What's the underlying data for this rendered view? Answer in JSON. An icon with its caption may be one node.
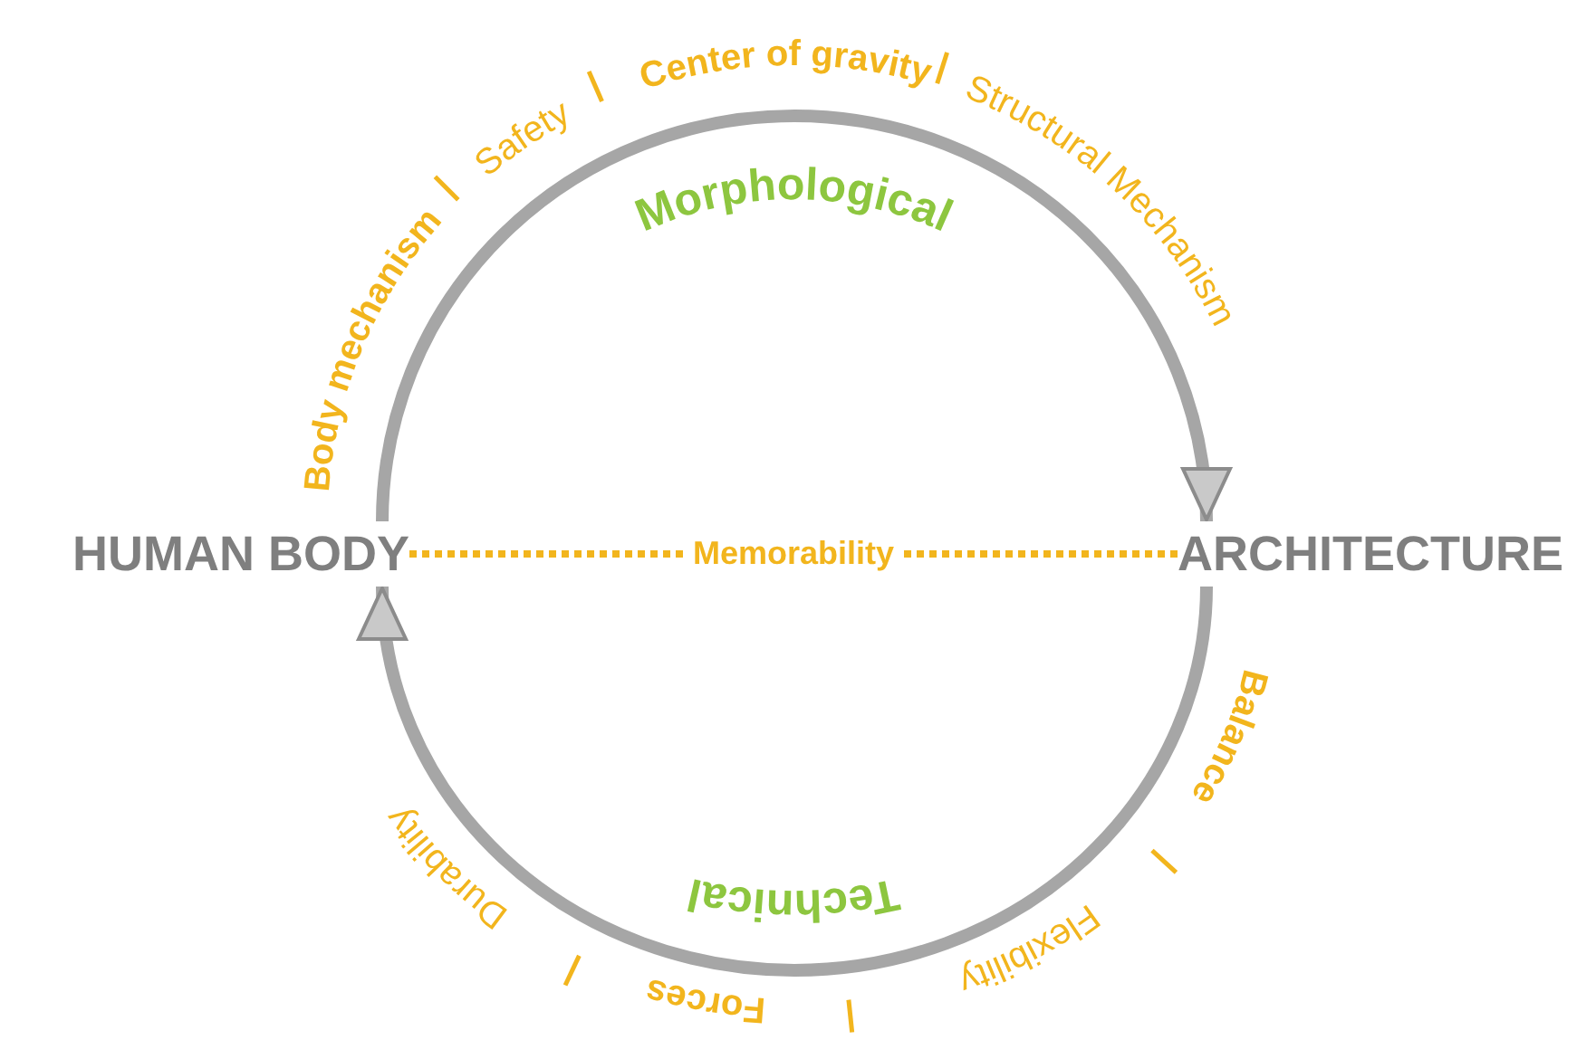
{
  "diagram": {
    "nodes": [
      {
        "text": [
          "HUMAN BODY"
        ]
      },
      {
        "text": [
          "ARCHITECTURE"
        ]
      }
    ],
    "edges": [
      {
        "from": 0,
        "to": 1,
        "arrow": "to",
        "label": "Morphological"
      },
      {
        "from": 1,
        "to": 0,
        "arrow": "to",
        "label": "Technical"
      },
      {
        "from": 0,
        "to": 1,
        "arrow": "none",
        "label": "Memorability",
        "style": "dashed",
        "color": "#f2b51d"
      }
    ],
    "labels": [
      "Body mechanism",
      "Safety",
      "Center of gravity",
      "Structural Mechanism",
      "Balance",
      "Flexibility",
      "Forces",
      "Durability"
    ]
  }
}
